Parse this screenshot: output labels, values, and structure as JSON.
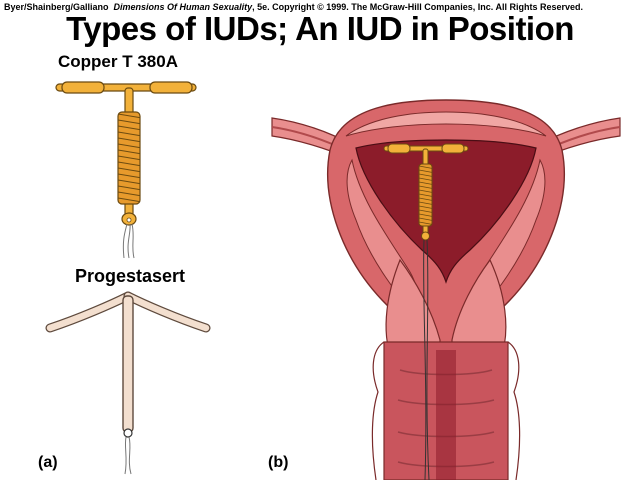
{
  "credit": {
    "authors": "Byer/Shainberg/Galliano",
    "book": "Dimensions Of Human Sexuality",
    "rest": ", 5e. Copyright © 1999. The McGraw-Hill Companies, Inc. All Rights Reserved."
  },
  "title": "Types of IUDs; An IUD in Position",
  "labels": {
    "copper": "Copper T 380A",
    "progestasert": "Progestasert",
    "panel_a": "(a)",
    "panel_b": "(b)"
  },
  "colors": {
    "copper_gold": "#f2b13a",
    "progestasert_beige": "#f3dfcf",
    "uterus_outer": "#d8676a",
    "uterus_cavity": "#8c1c2a",
    "tissue_light": "#f0a7a4"
  }
}
